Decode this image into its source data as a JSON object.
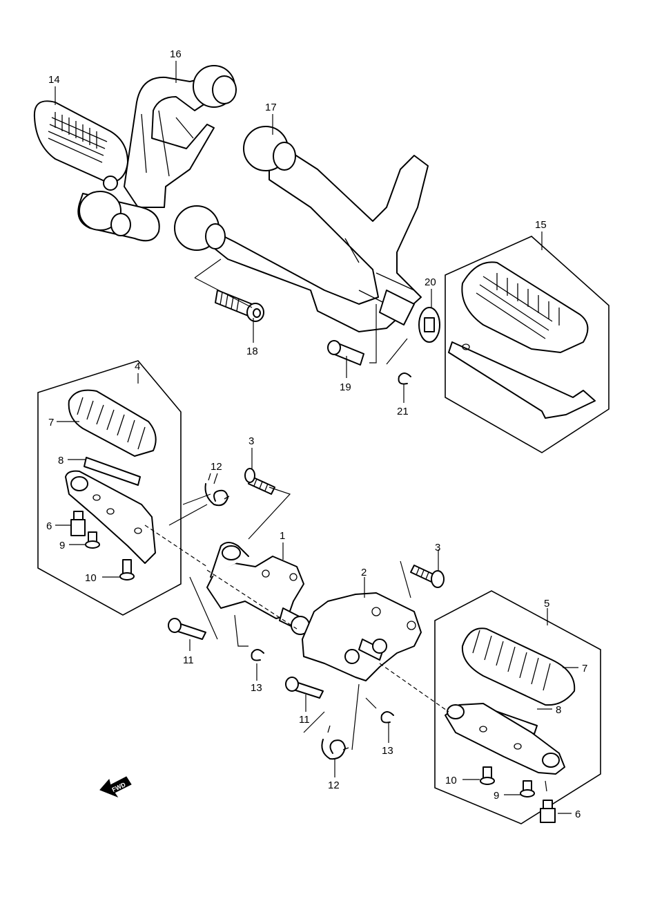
{
  "callouts": {
    "c1": "1",
    "c2": "2",
    "c3a": "3",
    "c3b": "3",
    "c4": "4",
    "c5": "5",
    "c6a": "6",
    "c6b": "6",
    "c7a": "7",
    "c7b": "7",
    "c8a": "8",
    "c8b": "8",
    "c9a": "9",
    "c9b": "9",
    "c10a": "10",
    "c10b": "10",
    "c11a": "11",
    "c11b": "11",
    "c12a": "12",
    "c12b": "12",
    "c13a": "13",
    "c13b": "13",
    "c14": "14",
    "c15": "15",
    "c16": "16",
    "c17": "17",
    "c18": "18",
    "c19": "19",
    "c20": "20",
    "c21": "21"
  },
  "fwd_label": "FWD"
}
